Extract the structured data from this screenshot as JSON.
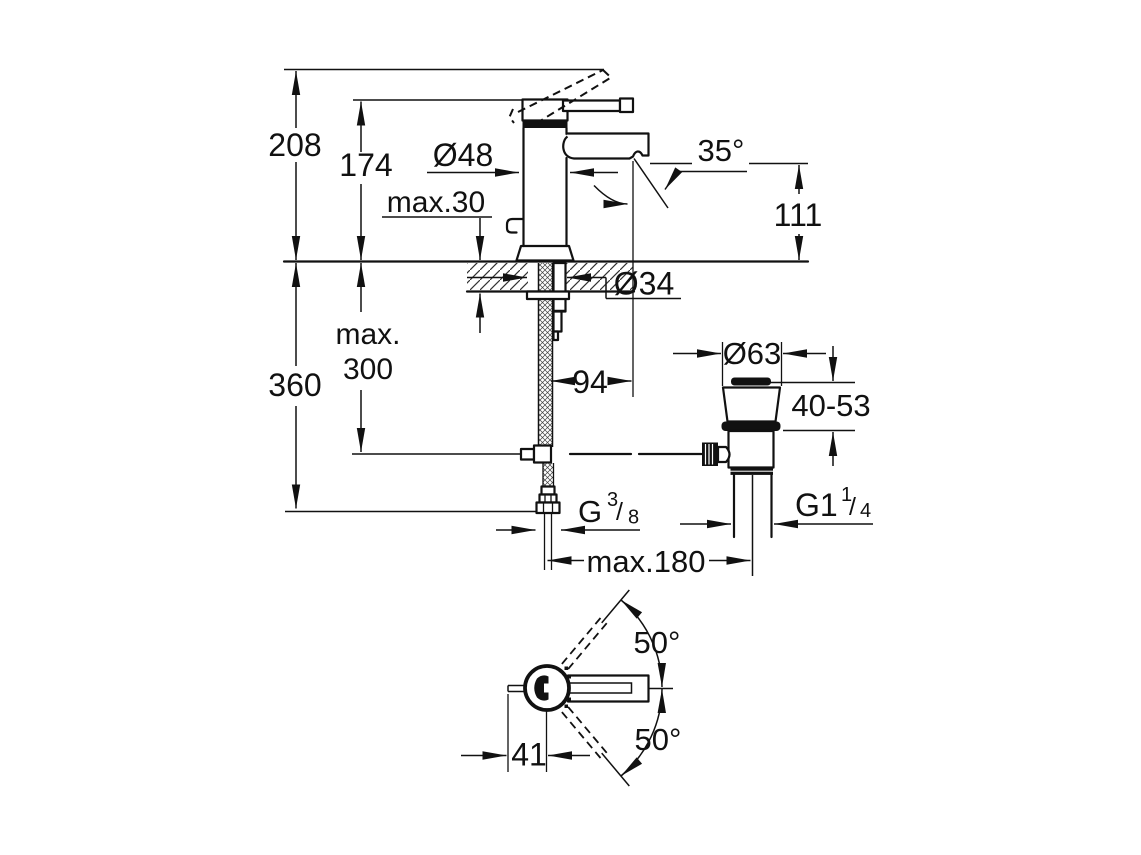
{
  "palette": {
    "background": "#ffffff",
    "ink": "#111111"
  },
  "dimensions": {
    "total_height": "208",
    "body_height": "174",
    "body_diameter": "Ø48",
    "deck_thickness": "max.30",
    "spout_angle": "35°",
    "spout_outlet_height": "111",
    "mounting_hole_diameter": "Ø34",
    "clearance_below_deck": "360",
    "hose_reach_line1": "max.",
    "hose_reach_line2": "300",
    "spout_projection": "94",
    "waste_flange_diameter": "Ø63",
    "basin_clamping_range": "40-53",
    "supply_thread_main": "G",
    "supply_thread_sup": "3",
    "supply_thread_slash": "/",
    "supply_thread_sub": "8",
    "waste_thread_main": "G1",
    "waste_thread_sup": "1",
    "waste_thread_slash": "/",
    "waste_thread_sub": "4",
    "rod_to_waste_distance": "max.180",
    "swivel_angle_upper": "50°",
    "swivel_angle_lower": "50°",
    "handle_axis_offset": "41"
  }
}
